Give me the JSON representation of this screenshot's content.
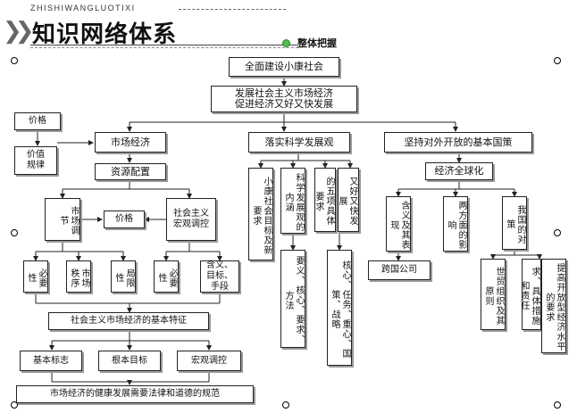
{
  "header": {
    "subtitle": "ZHISHIWANGLUOTIXI",
    "title": "知识网络体系",
    "badge": "整体把握"
  },
  "nodes": {
    "root": "全面建设小康社会",
    "level2": "发展社会主义市场经济\n促进经济又好又快发展",
    "market_economy": "市场经济",
    "implement_scientific": "落实科学发展观",
    "opening_up": "坚持对外开放的基本国策",
    "price_top": "价格",
    "value_law": "价值\n规律",
    "resource_allocation": "资源配置",
    "market_regulation": "市场调节",
    "price_mid": "价格",
    "macro_control": "社会主义\n宏观调控",
    "necessity_left": "必要性",
    "market_order": "市场秩序",
    "limitation": "局限性",
    "necessity_right": "必要性",
    "meaning_goals_means": "含义、\n目标、\n手段",
    "basic_features": "社会主义市场经济的基本特征",
    "basic_sign": "基本标志",
    "fundamental_goal": "根本目标",
    "macro_regulation": "宏观调控",
    "law_morality": "市场经济的健康发展需要法律和道德的规范",
    "xiaokang_goals": "小康社会目标及新要求",
    "scientific_connotation": "科学发展观的内涵",
    "five_requirements": "的五项具体要求",
    "fast_development": "又好又快发展",
    "meaning_core": "要义、核心、要求、方法",
    "core_tasks": "核心、任务、重心、国策、战略",
    "globalization": "经济全球化",
    "meaning_forms": "含义及其表现",
    "two_sides": "两方面的影响",
    "china_policy": "我国的对策",
    "multinational": "跨国公司",
    "wto_rules": "世贸组织及其原则",
    "open_economy": "提高开放型经济水平的要求",
    "specific_measures": "求、具体措施和责任"
  }
}
